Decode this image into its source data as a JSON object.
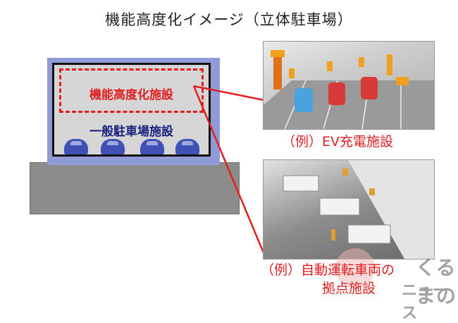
{
  "title": "機能高度化イメージ（立体駐車場）",
  "building": {
    "upper_label": "機能高度化施設",
    "lower_label": "一般駐車場施設"
  },
  "captions": {
    "ev": "（例）EV充電施設",
    "auto_line1": "（例）自動運転車両の",
    "auto_line2": "拠点施設"
  },
  "watermark": {
    "line1": "くるまの",
    "line2": "ニュース"
  },
  "colors": {
    "accent_red": "#e02020",
    "building_blue": "#8f9ad6",
    "label_navy": "#1a237e"
  }
}
